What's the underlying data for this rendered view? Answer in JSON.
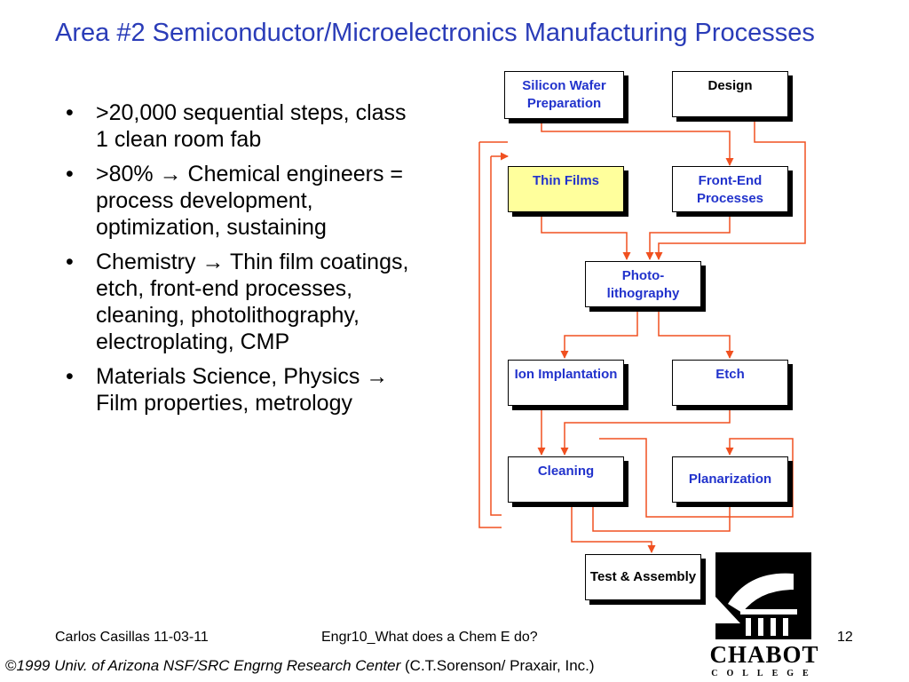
{
  "title": "Area #2 Semiconductor/Microelectronics Manufacturing Processes",
  "bullets": [
    ">20,000 sequential steps, class 1 clean room fab",
    ">80% → Chemical engineers = process development, optimization, sustaining",
    "Chemistry → Thin film coatings, etch, front-end processes, cleaning, photolithography, electroplating, CMP",
    "Materials Science, Physics → Film properties, metrology"
  ],
  "flow": {
    "silicon_wafer": "Silicon Wafer Preparation",
    "design": "Design",
    "thin_films": "Thin Films",
    "front_end": "Front-End Processes",
    "photolithography": "Photo-lithography",
    "ion_implantation": "Ion Implantation",
    "etch": "Etch",
    "cleaning": "Cleaning",
    "planarization": "Planarization",
    "test_assembly": "Test & Assembly"
  },
  "footer": {
    "author": "Carlos Casillas 11-03-11",
    "course": "Engr10_What does a Chem E do?",
    "page": "12",
    "credit_symbol": "©",
    "credit_italic": "1999 Univ. of Arizona NSF/SRC Engrng Research Center",
    "credit_plain": " (C.T.Sorenson/ Praxair, Inc.)"
  },
  "logo": {
    "name": "CHABOT",
    "sub": "COLLEGE"
  },
  "colors": {
    "title": "#2a3cb8",
    "box_text_blue": "#2233cc",
    "highlight": "#ffff9c",
    "arrow": "#f05020"
  }
}
